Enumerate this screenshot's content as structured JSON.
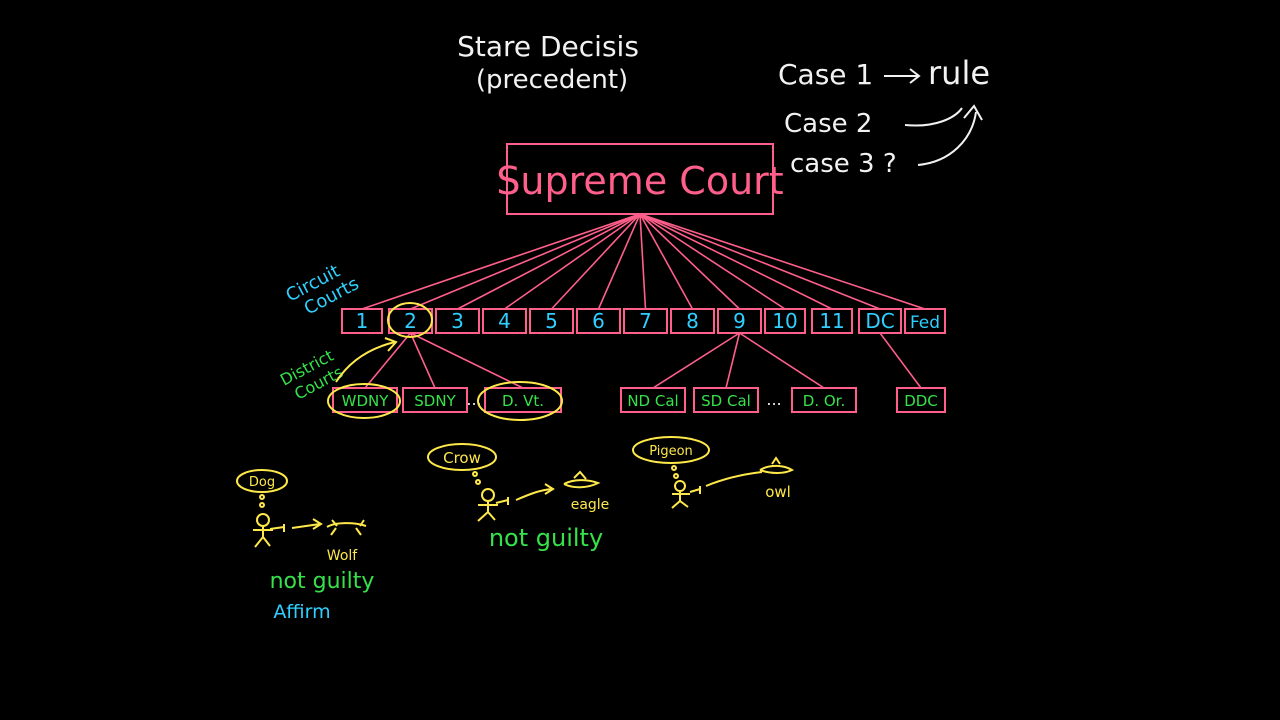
{
  "title": {
    "line1": "Stare Decisis",
    "line2": "(precedent)"
  },
  "case_notes": {
    "case1": "Case 1",
    "rule": "rule",
    "case2": "Case 2",
    "case3": "case 3 ?"
  },
  "supreme_court": "Supreme Court",
  "labels": {
    "circuit_courts": [
      "Circuit",
      "Courts"
    ],
    "district_courts": [
      "District",
      "Courts"
    ]
  },
  "circuits": [
    "1",
    "2",
    "3",
    "4",
    "5",
    "6",
    "7",
    "8",
    "9",
    "10",
    "11",
    "DC",
    "Fed"
  ],
  "district_groups": [
    {
      "circuit": "2",
      "courts": [
        "WDNY",
        "SDNY",
        "D. Vt."
      ],
      "ellipsis": "..."
    },
    {
      "circuit": "9",
      "courts": [
        "ND Cal",
        "SD Cal",
        "D. Or."
      ],
      "ellipsis": "..."
    },
    {
      "circuit": "DC",
      "courts": [
        "DDC"
      ]
    }
  ],
  "scenarios": [
    {
      "species": "Dog",
      "animal": "Wolf",
      "verdict": "not guilty",
      "ruling": "Affirm"
    },
    {
      "species": "Crow",
      "animal": "eagle",
      "verdict": "not guilty"
    },
    {
      "species": "Pigeon",
      "animal": "owl"
    }
  ],
  "colors": {
    "pink": "#ff5f8a",
    "cyan": "#2fd0ff",
    "green": "#35e24a",
    "yellow": "#ffe84a",
    "white": "#f2f2f2",
    "background": "#000000"
  }
}
